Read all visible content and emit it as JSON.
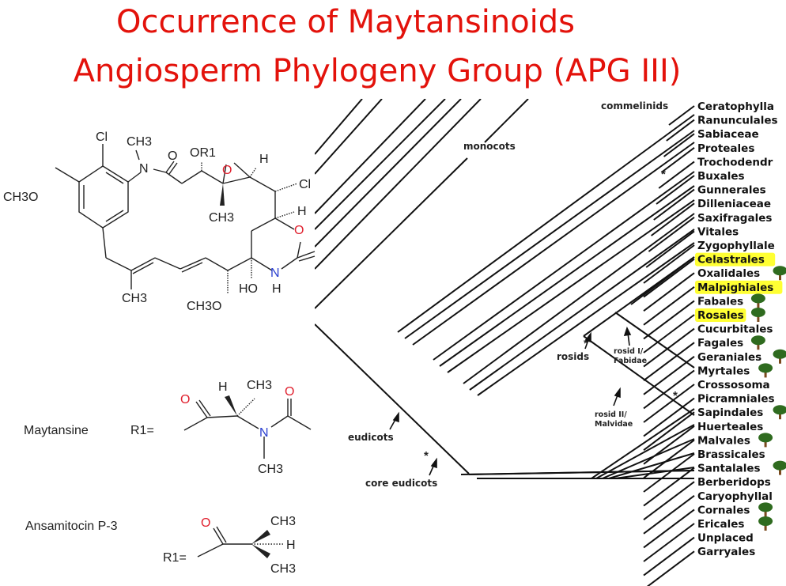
{
  "slide": {
    "title_line1": "Occurrence of Maytansinoids",
    "title_line2": "Angiosperm Phylogeny Group (APG III)",
    "title_color": "#e3120b"
  },
  "chemistry": {
    "core_labels": {
      "cl_top": "Cl",
      "ch3o_left": "CH3O",
      "n_methyl": "CH3",
      "n_amide": "N",
      "o_carbonyl": "O",
      "o_r1": "OR1",
      "epoxide_o": "O",
      "h_epoxide": "H",
      "cl_right": "Cl",
      "h_right": "H",
      "ch3_epoxide": "CH3",
      "ring_o": "O",
      "nh": "N",
      "nh_h": "H",
      "ho": "HO",
      "ch3o_bottom": "CH3O",
      "ch3_bottom": "CH3"
    },
    "maytansine": {
      "name": "Maytansine",
      "r_label": "R1=",
      "labels": {
        "o1": "O",
        "h": "H",
        "ch3_top": "CH3",
        "o2": "O",
        "n": "N",
        "ch3_n": "CH3"
      }
    },
    "ansamitocin": {
      "name": "Ansamitocin P-3",
      "r_label": "R1=",
      "labels": {
        "o": "O",
        "ch3_top": "CH3",
        "h": "H",
        "ch3_bottom": "CH3"
      }
    },
    "colors": {
      "oxygen": "#e0202e",
      "nitrogen": "#2a3fd0",
      "bond": "#222222"
    }
  },
  "phylogeny": {
    "clade_labels": {
      "commelinids": "commelinids",
      "monocots": "monocots",
      "eudicots": "eudicots",
      "core_eudicots": "core eudicots",
      "rosids": "rosids",
      "rosid1_line1": "rosid I/",
      "rosid1_line2": "Fabidae",
      "rosid2_line1": "rosid II/",
      "rosid2_line2": "Malvidae",
      "asterisk": "*"
    },
    "highlight_color": "#ffff33",
    "leaves": [
      {
        "name": "Ceratophylla",
        "highlight": false,
        "tree": false
      },
      {
        "name": "Ranunculales",
        "highlight": false,
        "tree": false
      },
      {
        "name": "Sabiaceae",
        "highlight": false,
        "tree": false
      },
      {
        "name": "Proteales",
        "highlight": false,
        "tree": false
      },
      {
        "name": "Trochodendr",
        "highlight": false,
        "tree": false
      },
      {
        "name": "Buxales",
        "highlight": false,
        "tree": false
      },
      {
        "name": "Gunnerales",
        "highlight": false,
        "tree": false
      },
      {
        "name": "Dilleniaceae",
        "highlight": false,
        "tree": false
      },
      {
        "name": "Saxifragales",
        "highlight": false,
        "tree": false
      },
      {
        "name": "Vitales",
        "highlight": false,
        "tree": false
      },
      {
        "name": "Zygophyllale",
        "highlight": false,
        "tree": false
      },
      {
        "name": "Celastrales",
        "highlight": true,
        "tree": false
      },
      {
        "name": "Oxalidales",
        "highlight": false,
        "tree": true
      },
      {
        "name": "Malpighiales",
        "highlight": true,
        "tree": false
      },
      {
        "name": "Fabales",
        "highlight": false,
        "tree": true
      },
      {
        "name": "Rosales",
        "highlight": true,
        "tree": true
      },
      {
        "name": "Cucurbitales",
        "highlight": false,
        "tree": false
      },
      {
        "name": "Fagales",
        "highlight": false,
        "tree": true
      },
      {
        "name": "Geraniales",
        "highlight": false,
        "tree": true
      },
      {
        "name": "Myrtales",
        "highlight": false,
        "tree": true
      },
      {
        "name": "Crossosoma",
        "highlight": false,
        "tree": false
      },
      {
        "name": "Picramniales",
        "highlight": false,
        "tree": false
      },
      {
        "name": "Sapindales",
        "highlight": false,
        "tree": true
      },
      {
        "name": "Huerteales",
        "highlight": false,
        "tree": false
      },
      {
        "name": "Malvales",
        "highlight": false,
        "tree": true
      },
      {
        "name": "Brassicales",
        "highlight": false,
        "tree": false
      },
      {
        "name": "Santalales",
        "highlight": false,
        "tree": true
      },
      {
        "name": "Berberidops",
        "highlight": false,
        "tree": false
      },
      {
        "name": "Caryophyllal",
        "highlight": false,
        "tree": false
      },
      {
        "name": "Cornales",
        "highlight": false,
        "tree": true
      },
      {
        "name": "Ericales",
        "highlight": false,
        "tree": true
      },
      {
        "name": "Unplaced",
        "highlight": false,
        "tree": false
      },
      {
        "name": "Garryales",
        "highlight": false,
        "tree": false
      }
    ]
  }
}
